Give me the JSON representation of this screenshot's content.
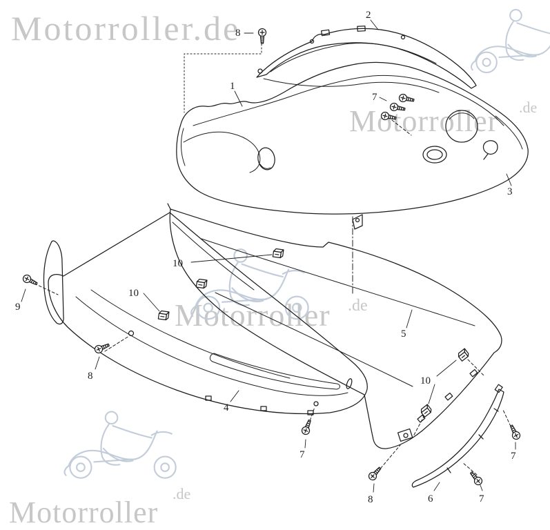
{
  "diagram": {
    "watermarks": {
      "top_left": "Motorroller.de",
      "top_right": "Motorroller",
      "top_right_suffix": ".de",
      "center": "Motorroller",
      "center_suffix": ".de",
      "bottom_left": "Motorroller",
      "bottom_left_suffix": ".de"
    },
    "colors": {
      "background": "#ffffff",
      "line": "#1d1d1d",
      "watermark_text": "#c7c7c7",
      "watermark_sketch": "#c3cdda"
    },
    "callouts": [
      {
        "label": "8"
      },
      {
        "label": "2"
      },
      {
        "label": "1"
      },
      {
        "label": "7"
      },
      {
        "label": "3"
      },
      {
        "label": "10"
      },
      {
        "label": "10"
      },
      {
        "label": "9"
      },
      {
        "label": "8"
      },
      {
        "label": "5"
      },
      {
        "label": "10"
      },
      {
        "label": "4"
      },
      {
        "label": "7"
      },
      {
        "label": "7"
      },
      {
        "label": "8"
      },
      {
        "label": "6"
      },
      {
        "label": "7"
      }
    ]
  }
}
